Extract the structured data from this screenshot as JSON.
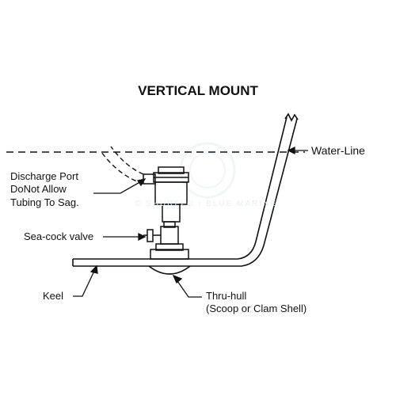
{
  "title": "VERTICAL MOUNT",
  "labels": {
    "waterline": "Water-Line",
    "discharge": [
      "Discharge Port",
      "DoNot Allow",
      "Tubing To Sag."
    ],
    "seacock": "Sea-cock valve",
    "keel": "Keel",
    "thruhull": [
      "Thru-hull",
      "(Scoop or Clam Shell)"
    ]
  },
  "watermark_text": "© SHURFLO / BLUE MARINE",
  "colors": {
    "ink": "#111111",
    "watermark": "#dde5ee"
  }
}
